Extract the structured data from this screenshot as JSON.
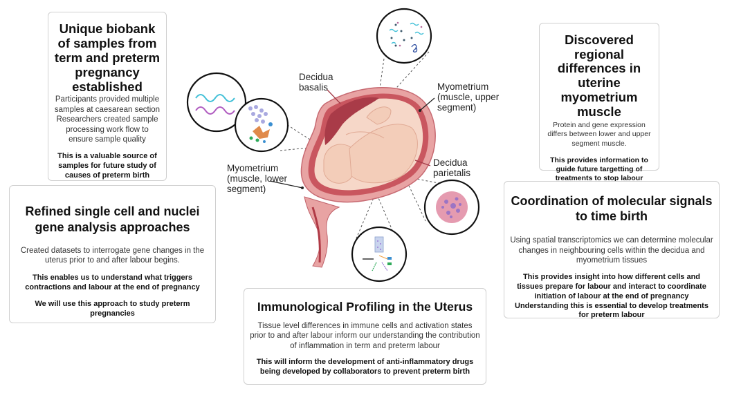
{
  "cards": {
    "biobank": {
      "title": "Unique biobank of samples from term and preterm pregnancy established",
      "body": "Participants provided multiple samples at caesarean section Researchers created sample processing work flow to ensure sample quality",
      "bold": "This is a valuable source of samples for future study of causes of preterm birth"
    },
    "single_cell": {
      "title": "Refined single cell and nuclei gene analysis approaches",
      "body": "Created datasets to interrogate gene changes in the uterus prior to and after labour begins.",
      "bold": "This enables  us to understand what triggers contractions and labour at the end of pregnancy",
      "bold2": "We will use this approach to study preterm pregnancies"
    },
    "regional": {
      "title": "Discovered regional differences in uterine myometrium muscle",
      "body": "Protein and gene expression differs between lower and upper segment muscle.",
      "bold": "This provides information to guide future targetting of treatments to stop labour"
    },
    "coordination": {
      "title": "Coordination of molecular signals to time birth",
      "body": "Using spatial transcriptomics we can determine molecular changes in neighbouring cells within the decidua and myometrium tissues",
      "bold": "This provides insight into how different cells and tissues  prepare for labour and interact to coordinate initiation of  labour at the end of pregnancy Understanding this is essential  to develop treatments for preterm labour"
    },
    "immuno": {
      "title": "Immunological Profiling in the Uterus",
      "body": "Tissue level differences in immune cells and activation states prior to and after labour inform our  understanding the contribution of inflammation in  term and preterm labour",
      "bold": "This will inform the development of  anti-inflammatory drugs being developed by collaborators to prevent preterm birth"
    }
  },
  "labels": {
    "decidua_basalis": [
      "Decidua",
      "basalis"
    ],
    "myometrium_upper": [
      "Myometrium",
      "(muscle, upper",
      "segment)"
    ],
    "decidua_parietalis": [
      "Decidua",
      "parietalis"
    ],
    "myometrium_lower": [
      "Myometrium",
      "(muscle, lower",
      "segment)"
    ]
  },
  "colors": {
    "uterus_wall": "#e8a3a3",
    "decidua": "#c9565f",
    "fetus": "#f6d7c8",
    "wave_a": "#44c1d8",
    "wave_b": "#b05cc0"
  }
}
